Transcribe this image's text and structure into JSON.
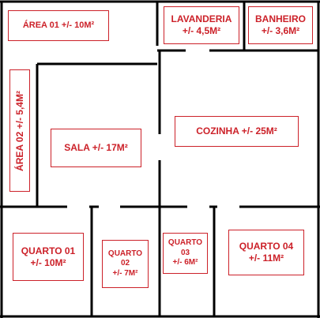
{
  "rooms": {
    "area01": {
      "name": "ÁREA 01 +/- 10M²"
    },
    "lavanderia": {
      "line1": "LAVANDERIA",
      "line2": "+/- 4,5M²"
    },
    "banheiro": {
      "line1": "BANHEIRO",
      "line2": "+/- 3,6M²"
    },
    "area02": {
      "name": "ÁREA 02 +/- 5,4M²"
    },
    "sala": {
      "name": "SALA +/- 17M²"
    },
    "cozinha": {
      "name": "COZINHA +/- 25M²"
    },
    "quarto01": {
      "line1": "QUARTO 01",
      "line2": "+/- 10M²"
    },
    "quarto02": {
      "line1": "QUARTO",
      "line2": "02",
      "line3": "+/- 7M²"
    },
    "quarto03": {
      "line1": "QUARTO",
      "line2": "03",
      "line3": "+/- 6M²"
    },
    "quarto04": {
      "line1": "QUARTO 04",
      "line2": "+/- 11M²"
    }
  },
  "colors": {
    "wall": "#000000",
    "label": "#cc2129",
    "background": "#ffffff"
  }
}
